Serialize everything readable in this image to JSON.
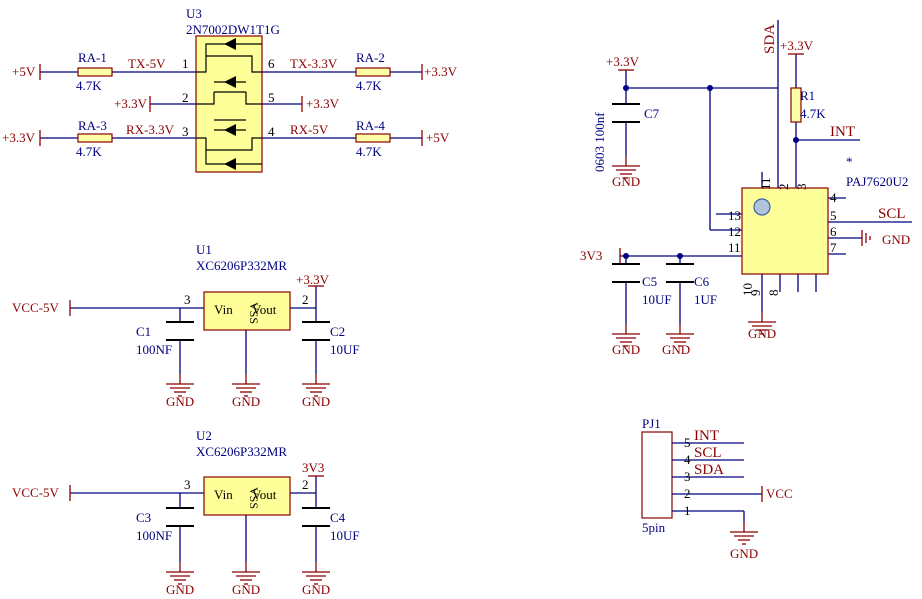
{
  "colors": {
    "wire": "#000080",
    "net_label": "#8b0000",
    "part_outline": "#8b0000",
    "part_fill": "#ffffa8",
    "part_text": "#000080",
    "pin_text": "#000000"
  },
  "level_shifter": {
    "designator": "U3",
    "part": "2N7002DW1T1G",
    "pins": {
      "p1": "1",
      "p2": "2",
      "p3": "3",
      "p4": "4",
      "p5": "5",
      "p6": "6"
    },
    "nets": {
      "tx5": "TX-5V",
      "tx33": "TX-3.3V",
      "rx33": "RX-3.3V",
      "rx5": "RX-5V",
      "pwr_l1": "+5V",
      "pwr_r1": "+3.3V",
      "pwr_mid2": "+3.3V",
      "pwr_mid5": "+3.3V",
      "pwr_l2": "+3.3V",
      "pwr_r2": "+5V"
    },
    "resistors": [
      {
        "ref": "RA-1",
        "value": "4.7K"
      },
      {
        "ref": "RA-2",
        "value": "4.7K"
      },
      {
        "ref": "RA-3",
        "value": "4.7K"
      },
      {
        "ref": "RA-4",
        "value": "4.7K"
      }
    ]
  },
  "regulator_1": {
    "designator": "U1",
    "part": "XC6206P332MR",
    "input_net": "VCC-5V",
    "output_net": "+3.3V",
    "pin_in": "3",
    "pin_out": "2",
    "vin": "Vin",
    "vout": "Vout",
    "vss": "VSS",
    "cap_in": {
      "ref": "C1",
      "value": "100NF"
    },
    "cap_out": {
      "ref": "C2",
      "value": "10UF"
    },
    "gnd": [
      "GND",
      "GND",
      "GND"
    ]
  },
  "regulator_2": {
    "designator": "U2",
    "part": "XC6206P332MR",
    "input_net": "VCC-5V",
    "output_net": "3V3",
    "pin_in": "3",
    "pin_out": "2",
    "vin": "Vin",
    "vout": "Vout",
    "vss": "VSS",
    "cap_in": {
      "ref": "C3",
      "value": "100NF"
    },
    "cap_out": {
      "ref": "C4",
      "value": "10UF"
    },
    "gnd": [
      "GND",
      "GND",
      "GND"
    ]
  },
  "sensor": {
    "designator": "PAJ7620U2",
    "marker": "*",
    "sda_net": "SDA",
    "int_net": "INT",
    "scl_net": "SCL",
    "pwr_33": "+3.3V",
    "pwr_33b": "+3.3V",
    "net_3v3": "3V3",
    "r1": {
      "ref": "R1",
      "value": "4.7K"
    },
    "c7": {
      "ref": "C7",
      "value": "0603 100nf"
    },
    "c5": {
      "ref": "C5",
      "value": "10UF"
    },
    "c6": {
      "ref": "C6",
      "value": "1UF"
    },
    "gnd": [
      "GND",
      "GND",
      "GND",
      "GND",
      "GND"
    ],
    "pins": {
      "p1": "1",
      "p2": "2",
      "p3": "3",
      "p4": "4",
      "p5": "5",
      "p6": "6",
      "p7": "7",
      "p8": "8",
      "p9": "9",
      "p10": "10",
      "p11": "11",
      "p12": "12",
      "p13": "13",
      "p14": "11"
    }
  },
  "connector": {
    "designator": "PJ1",
    "footprint": "5pin",
    "pin_numbers": [
      "5",
      "4",
      "3",
      "2",
      "1"
    ],
    "int_net": "INT",
    "scl_net": "SCL",
    "sda_net": "SDA",
    "vcc_net": "VCC",
    "gnd_net": "GND"
  }
}
